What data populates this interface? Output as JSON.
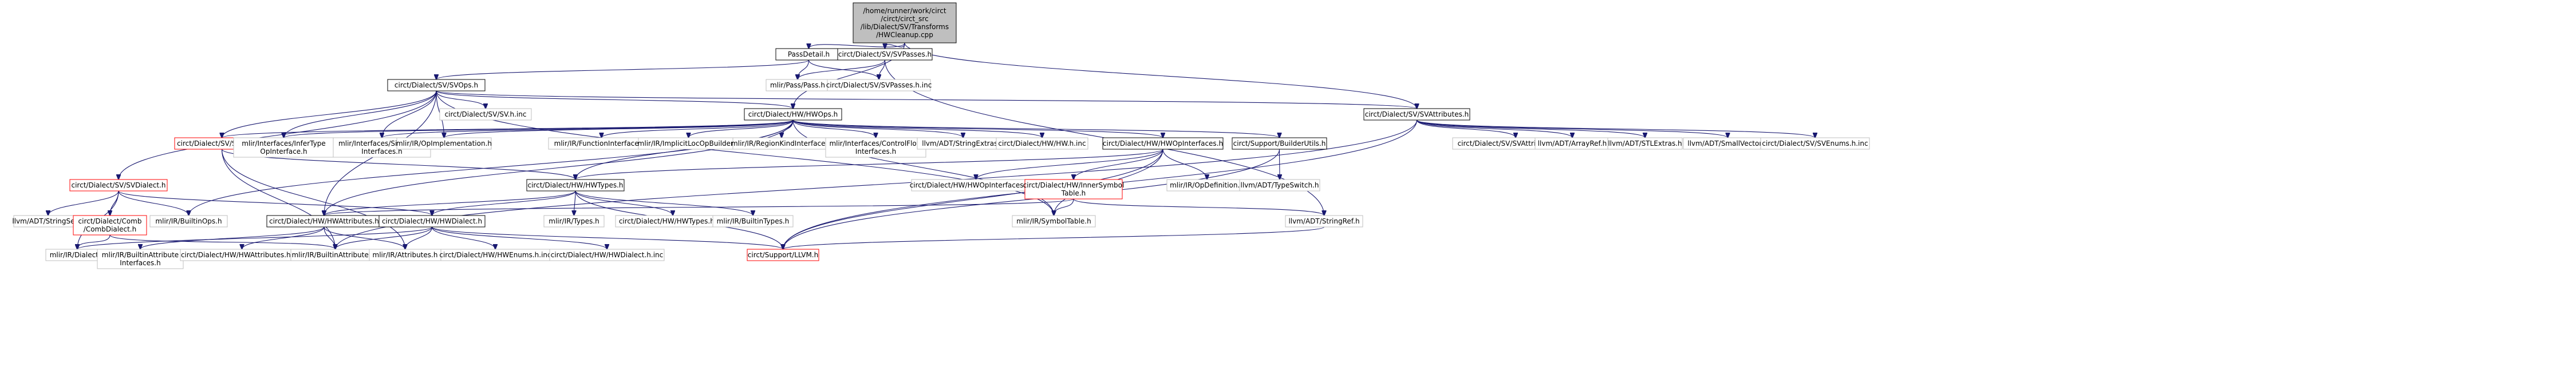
{
  "graph": {
    "colors": {
      "edge": "#191970",
      "root_fill": "#bfbfbf",
      "red_border": "#ff0000",
      "gray_border": "#bfbfbf",
      "normal_border": "#000000"
    },
    "nodes": [
      {
        "id": "root",
        "kind": "root",
        "lines": [
          "/home/runner/work/circt",
          "/circt/circt_src",
          "/lib/Dialect/SV/Transforms",
          "/HWCleanup.cpp"
        ]
      },
      {
        "id": "passdetail",
        "kind": "normal",
        "lines": [
          "PassDetail.h"
        ]
      },
      {
        "id": "svpasses",
        "kind": "normal",
        "lines": [
          "circt/Dialect/SV/SVPasses.h"
        ]
      },
      {
        "id": "mlirpass",
        "kind": "gray",
        "lines": [
          "mlir/Pass/Pass.h"
        ]
      },
      {
        "id": "svpassesinc",
        "kind": "gray",
        "lines": [
          "circt/Dialect/SV/SVPasses.h.inc"
        ]
      },
      {
        "id": "svops",
        "kind": "normal",
        "lines": [
          "circt/Dialect/SV/SVOps.h"
        ]
      },
      {
        "id": "svinc",
        "kind": "gray",
        "lines": [
          "circt/Dialect/SV/SV.h.inc"
        ]
      },
      {
        "id": "svattributes",
        "kind": "normal",
        "lines": [
          "circt/Dialect/SV/SVAttributes.h"
        ]
      },
      {
        "id": "hwops",
        "kind": "normal",
        "lines": [
          "circt/Dialect/HW/HWOps.h"
        ]
      },
      {
        "id": "svtypes",
        "kind": "red",
        "lines": [
          "circt/Dialect/SV/SVTypes.h"
        ]
      },
      {
        "id": "infertype",
        "kind": "gray",
        "lines": [
          "mlir/Interfaces/InferType",
          "OpInterface.h"
        ]
      },
      {
        "id": "sideeffect",
        "kind": "gray",
        "lines": [
          "mlir/Interfaces/SideEffect",
          "Interfaces.h"
        ]
      },
      {
        "id": "opimpl",
        "kind": "gray",
        "lines": [
          "mlir/IR/OpImplementation.h"
        ]
      },
      {
        "id": "funcif",
        "kind": "gray",
        "lines": [
          "mlir/IR/FunctionInterfaces.h"
        ]
      },
      {
        "id": "impllocop",
        "kind": "gray",
        "lines": [
          "mlir/IR/ImplicitLocOpBuilder.h"
        ]
      },
      {
        "id": "regionkind",
        "kind": "gray",
        "lines": [
          "mlir/IR/RegionKindInterface.h"
        ]
      },
      {
        "id": "controlflow",
        "kind": "gray",
        "lines": [
          "mlir/Interfaces/ControlFlow",
          "Interfaces.h"
        ]
      },
      {
        "id": "stringextras",
        "kind": "gray",
        "lines": [
          "llvm/ADT/StringExtras.h"
        ]
      },
      {
        "id": "hwhinc",
        "kind": "gray",
        "lines": [
          "circt/Dialect/HW/HW.h.inc"
        ]
      },
      {
        "id": "hwopif",
        "kind": "normal",
        "lines": [
          "circt/Dialect/HW/HWOpInterfaces.h"
        ]
      },
      {
        "id": "builderutils",
        "kind": "normal",
        "lines": [
          "circt/Support/BuilderUtils.h"
        ]
      },
      {
        "id": "svattrinc",
        "kind": "gray",
        "lines": [
          "circt/Dialect/SV/SVAttributes.h.inc"
        ]
      },
      {
        "id": "arrayref",
        "kind": "gray",
        "lines": [
          "llvm/ADT/ArrayRef.h"
        ]
      },
      {
        "id": "stlextras",
        "kind": "gray",
        "lines": [
          "llvm/ADT/STLExtras.h"
        ]
      },
      {
        "id": "smallvector",
        "kind": "gray",
        "lines": [
          "llvm/ADT/SmallVector.h"
        ]
      },
      {
        "id": "svenumsinc",
        "kind": "gray",
        "lines": [
          "circt/Dialect/SV/SVEnums.h.inc"
        ]
      },
      {
        "id": "svdialect",
        "kind": "red",
        "lines": [
          "circt/Dialect/SV/SVDialect.h"
        ]
      },
      {
        "id": "hwtypes",
        "kind": "normal",
        "lines": [
          "circt/Dialect/HW/HWTypes.h"
        ]
      },
      {
        "id": "hwopifinc",
        "kind": "gray",
        "lines": [
          "circt/Dialect/HW/HWOpInterfaces.h.inc"
        ]
      },
      {
        "id": "innersym",
        "kind": "red",
        "lines": [
          "circt/Dialect/HW/InnerSymbol",
          "Table.h"
        ]
      },
      {
        "id": "opdef",
        "kind": "gray",
        "lines": [
          "mlir/IR/OpDefinition.h"
        ]
      },
      {
        "id": "typeswitch",
        "kind": "gray",
        "lines": [
          "llvm/ADT/TypeSwitch.h"
        ]
      },
      {
        "id": "stringset",
        "kind": "gray",
        "lines": [
          "llvm/ADT/StringSet.h"
        ]
      },
      {
        "id": "combdialect",
        "kind": "red",
        "lines": [
          "circt/Dialect/Comb",
          "/CombDialect.h"
        ]
      },
      {
        "id": "builtinops",
        "kind": "gray",
        "lines": [
          "mlir/IR/BuiltinOps.h"
        ]
      },
      {
        "id": "hwattributes",
        "kind": "normal",
        "lines": [
          "circt/Dialect/HW/HWAttributes.h"
        ]
      },
      {
        "id": "hwdialect",
        "kind": "normal",
        "lines": [
          "circt/Dialect/HW/HWDialect.h"
        ]
      },
      {
        "id": "mlirtypes",
        "kind": "gray",
        "lines": [
          "mlir/IR/Types.h"
        ]
      },
      {
        "id": "hwtypesinc",
        "kind": "gray",
        "lines": [
          "circt/Dialect/HW/HWTypes.h.inc"
        ]
      },
      {
        "id": "builtintypes",
        "kind": "gray",
        "lines": [
          "mlir/IR/BuiltinTypes.h"
        ]
      },
      {
        "id": "symboltable",
        "kind": "gray",
        "lines": [
          "mlir/IR/SymbolTable.h"
        ]
      },
      {
        "id": "stringref",
        "kind": "gray",
        "lines": [
          "llvm/ADT/StringRef.h"
        ]
      },
      {
        "id": "mlirdialect",
        "kind": "gray",
        "lines": [
          "mlir/IR/Dialect.h"
        ]
      },
      {
        "id": "builtinattrif",
        "kind": "gray",
        "lines": [
          "mlir/IR/BuiltinAttribute",
          "Interfaces.h"
        ]
      },
      {
        "id": "hwattrinc",
        "kind": "gray",
        "lines": [
          "circt/Dialect/HW/HWAttributes.h.inc"
        ]
      },
      {
        "id": "builtinattrs",
        "kind": "gray",
        "lines": [
          "mlir/IR/BuiltinAttributes.h"
        ]
      },
      {
        "id": "mlirattrs",
        "kind": "gray",
        "lines": [
          "mlir/IR/Attributes.h"
        ]
      },
      {
        "id": "hwenumsinc",
        "kind": "gray",
        "lines": [
          "circt/Dialect/HW/HWEnums.h.inc"
        ]
      },
      {
        "id": "hwdialectinc",
        "kind": "gray",
        "lines": [
          "circt/Dialect/HW/HWDialect.h.inc"
        ]
      },
      {
        "id": "llvmh",
        "kind": "red",
        "lines": [
          "circt/Support/LLVM.h"
        ]
      }
    ],
    "edges": [
      [
        "root",
        "passdetail"
      ],
      [
        "root",
        "svpasses"
      ],
      [
        "root",
        "hwops"
      ],
      [
        "root",
        "svattributes"
      ],
      [
        "passdetail",
        "mlirpass"
      ],
      [
        "passdetail",
        "svpassesinc"
      ],
      [
        "passdetail",
        "svops"
      ],
      [
        "svpasses",
        "mlirpass"
      ],
      [
        "svpasses",
        "svpassesinc"
      ],
      [
        "svpasses",
        "stringref"
      ],
      [
        "svops",
        "svdialect"
      ],
      [
        "svops",
        "svtypes"
      ],
      [
        "svops",
        "infertype"
      ],
      [
        "svops",
        "sideeffect"
      ],
      [
        "svops",
        "opimpl"
      ],
      [
        "svops",
        "svinc"
      ],
      [
        "svops",
        "hwops"
      ],
      [
        "svops",
        "svattributes"
      ],
      [
        "svops",
        "hwattributes"
      ],
      [
        "svops",
        "symboltable"
      ],
      [
        "hwops",
        "svtypes"
      ],
      [
        "hwops",
        "infertype"
      ],
      [
        "hwops",
        "sideeffect"
      ],
      [
        "hwops",
        "opimpl"
      ],
      [
        "hwops",
        "funcif"
      ],
      [
        "hwops",
        "impllocop"
      ],
      [
        "hwops",
        "regionkind"
      ],
      [
        "hwops",
        "controlflow"
      ],
      [
        "hwops",
        "stringextras"
      ],
      [
        "hwops",
        "hwhinc"
      ],
      [
        "hwops",
        "hwopif"
      ],
      [
        "hwops",
        "builderutils"
      ],
      [
        "hwops",
        "hwtypes"
      ],
      [
        "hwops",
        "builtinops"
      ],
      [
        "hwops",
        "hwattributes"
      ],
      [
        "hwops",
        "symboltable"
      ],
      [
        "svattributes",
        "svattrinc"
      ],
      [
        "svattributes",
        "arrayref"
      ],
      [
        "svattributes",
        "stlextras"
      ],
      [
        "svattributes",
        "smallvector"
      ],
      [
        "svattributes",
        "svenumsinc"
      ],
      [
        "svattributes",
        "builtinattrs"
      ],
      [
        "svattributes",
        "llvmh"
      ],
      [
        "svtypes",
        "hwtypes"
      ],
      [
        "svtypes",
        "builtinattrs"
      ],
      [
        "svtypes",
        "mlirattrs"
      ],
      [
        "hwopif",
        "hwopifinc"
      ],
      [
        "hwopif",
        "innersym"
      ],
      [
        "hwopif",
        "opdef"
      ],
      [
        "hwopif",
        "symboltable"
      ],
      [
        "hwopif",
        "hwtypes"
      ],
      [
        "hwopif",
        "llvmh"
      ],
      [
        "builderutils",
        "typeswitch"
      ],
      [
        "builderutils",
        "llvmh"
      ],
      [
        "svdialect",
        "stringset"
      ],
      [
        "svdialect",
        "combdialect"
      ],
      [
        "svdialect",
        "mlirdialect"
      ],
      [
        "svdialect",
        "builtinops"
      ],
      [
        "svdialect",
        "hwdialect"
      ],
      [
        "combdialect",
        "mlirdialect"
      ],
      [
        "combdialect",
        "builtinattrs"
      ],
      [
        "hwtypes",
        "hwdialect"
      ],
      [
        "hwtypes",
        "mlirtypes"
      ],
      [
        "hwtypes",
        "hwtypesinc"
      ],
      [
        "hwtypes",
        "builtintypes"
      ],
      [
        "hwtypes",
        "hwattributes"
      ],
      [
        "hwtypes",
        "llvmh"
      ],
      [
        "innersym",
        "hwattributes"
      ],
      [
        "innersym",
        "symboltable"
      ],
      [
        "innersym",
        "stringref"
      ],
      [
        "hwattributes",
        "builtinattrif"
      ],
      [
        "hwattributes",
        "hwattrinc"
      ],
      [
        "hwattributes",
        "builtinattrs"
      ],
      [
        "hwattributes",
        "mlirattrs"
      ],
      [
        "hwdialect",
        "mlirdialect"
      ],
      [
        "hwdialect",
        "builtinattrs"
      ],
      [
        "hwdialect",
        "mlirattrs"
      ],
      [
        "hwdialect",
        "hwenumsinc"
      ],
      [
        "hwdialect",
        "hwdialectinc"
      ],
      [
        "hwdialect",
        "llvmh"
      ],
      [
        "stringref",
        "llvmh"
      ]
    ]
  }
}
